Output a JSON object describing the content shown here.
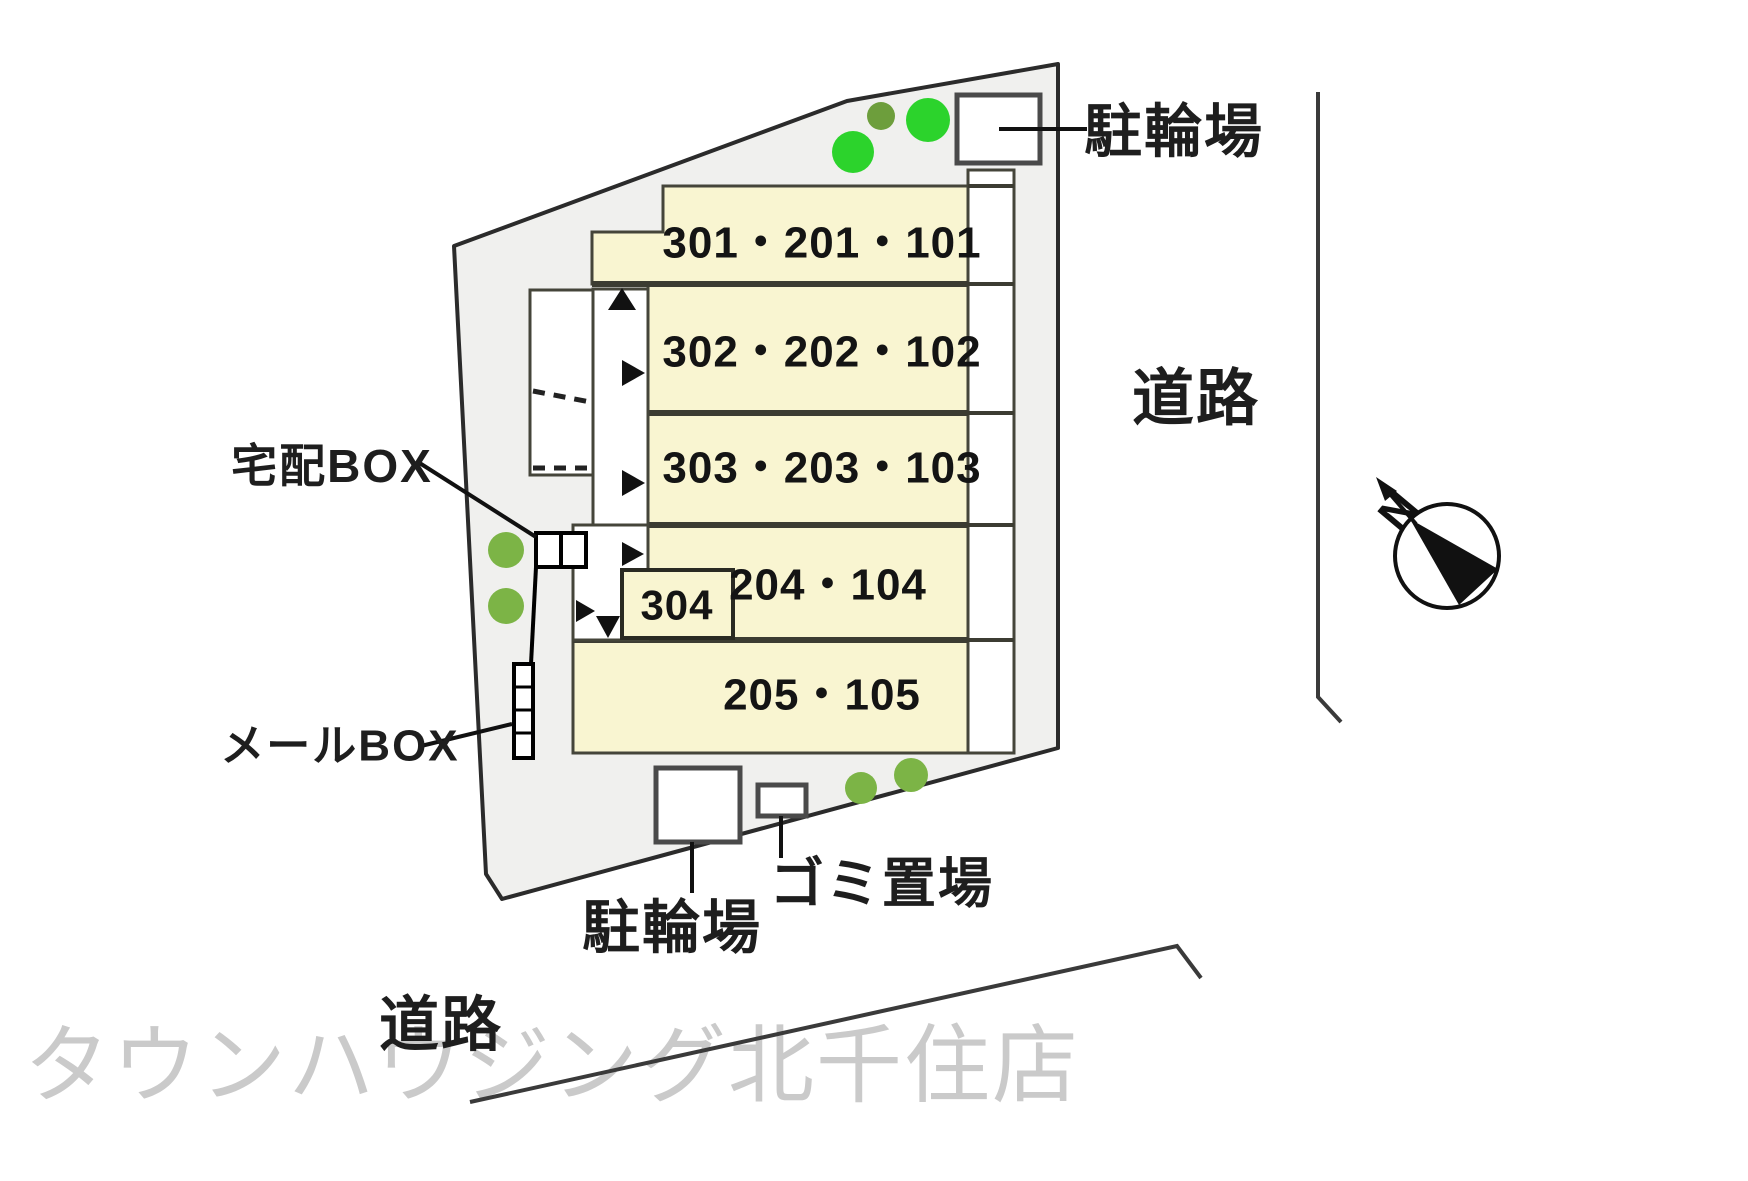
{
  "site": {
    "fill": "#f0f0ee",
    "boundary_color": "#2b2b2b"
  },
  "building": {
    "strip_fill": "#f9f5d1",
    "outline_color": "#45453a",
    "rooms": [
      {
        "label": "301・201・101"
      },
      {
        "label": "302・202・102"
      },
      {
        "label": "303・203・103"
      },
      {
        "label": "204・104"
      },
      {
        "label": "304"
      },
      {
        "label": "205・105"
      }
    ]
  },
  "labels": {
    "bicycle_top": "駐輪場",
    "bicycle_bottom": "駐輪場",
    "garbage": "ゴミ置場",
    "delivery_box": "宅配BOX",
    "mail_box": "メールBOX",
    "road_right": "道路",
    "road_bottom": "道路",
    "north": "N"
  },
  "trees": {
    "bright": "#2cd32c",
    "olive": "#7cb446",
    "olive_dark": "#6d9e3c"
  },
  "watermark": {
    "text": "タウンハウジング北千住店",
    "color": "#cacaca"
  }
}
